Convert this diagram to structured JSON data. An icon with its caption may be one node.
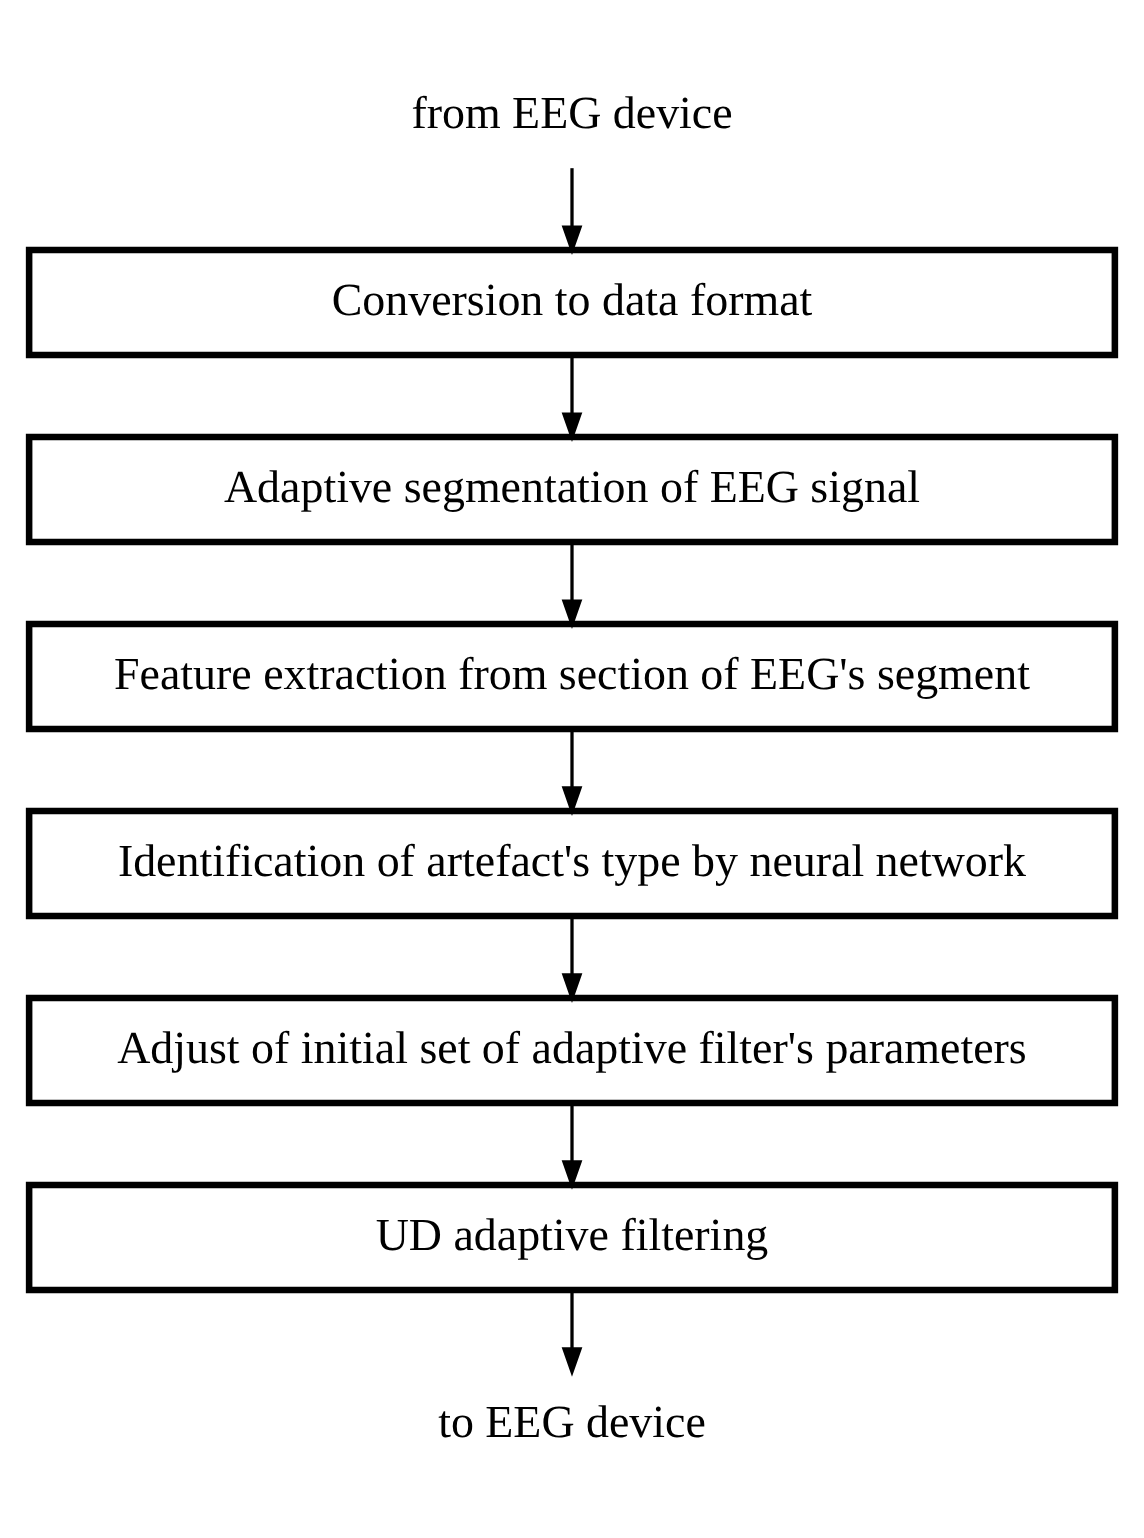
{
  "diagram": {
    "nodes": [
      {
        "text": [
          "from EEG device"
        ]
      },
      {
        "text": [
          "Conversion to data format"
        ]
      },
      {
        "text": [
          "Adaptive segmentation of EEG signal"
        ]
      },
      {
        "text": [
          "Feature extraction from section of EEG's segment"
        ]
      },
      {
        "text": [
          "Identification of artefact's type by neural network"
        ]
      },
      {
        "text": [
          "Adjust of initial set of adaptive filter's parameters"
        ]
      },
      {
        "text": [
          "UD adaptive filtering"
        ]
      },
      {
        "text": [
          "to EEG device"
        ]
      }
    ],
    "edges": [
      {
        "from": 0,
        "to": 1,
        "arrow": "to"
      },
      {
        "from": 1,
        "to": 2,
        "arrow": "to"
      },
      {
        "from": 2,
        "to": 3,
        "arrow": "to"
      },
      {
        "from": 3,
        "to": 4,
        "arrow": "to"
      },
      {
        "from": 4,
        "to": 5,
        "arrow": "to"
      },
      {
        "from": 5,
        "to": 6,
        "arrow": "to"
      },
      {
        "from": 6,
        "to": 7,
        "arrow": "to"
      }
    ]
  }
}
